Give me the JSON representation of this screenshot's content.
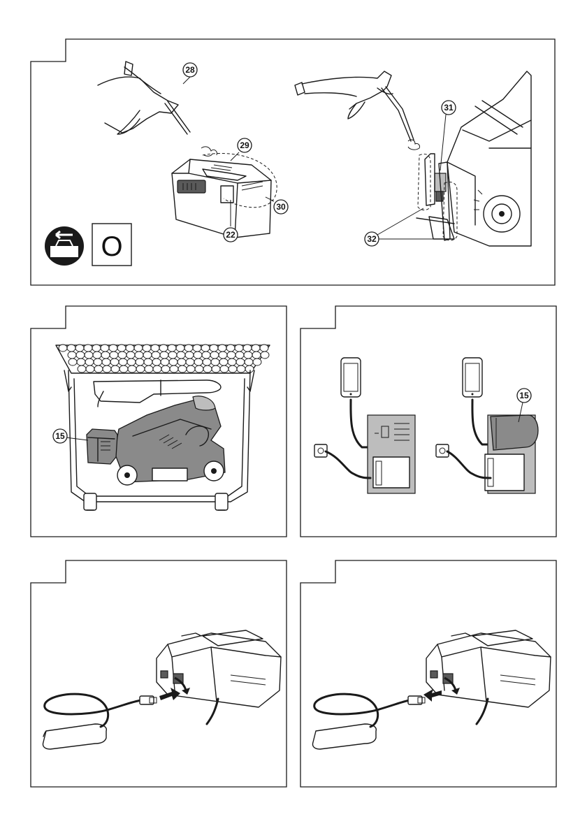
{
  "figure_top": {
    "callouts": {
      "nozzle": "28",
      "battery_top": "29",
      "battery_vents": "30",
      "battery_latch": "22",
      "tool_terminal": "31",
      "tool_guides": "32"
    },
    "symbol_letter": "O",
    "symbol_icon": "clean-toolbox-icon"
  },
  "figure_case": {
    "callouts": {
      "battery": "15"
    }
  },
  "figure_usb": {
    "callouts": {
      "battery": "15"
    }
  },
  "figure_connect": {},
  "figure_disconnect": {},
  "colors": {
    "line": "#1a1a1a",
    "fill_gray": "#8a8a8a",
    "paper": "#ffffff"
  }
}
